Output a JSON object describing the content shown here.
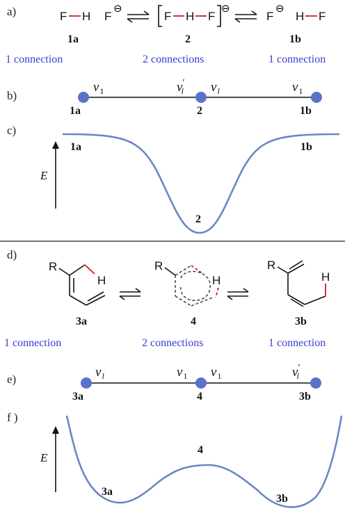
{
  "panels": {
    "a": "a)",
    "b": "b)",
    "c": "c)",
    "d": "d)",
    "e": "e)",
    "f": "f )"
  },
  "top": {
    "atoms": {
      "F": "F",
      "H": "H",
      "minus": "⊖"
    },
    "labels": {
      "1a": "1a",
      "2": "2",
      "1b": "1b"
    },
    "connections": [
      "1 connection",
      "2 connections",
      "1 connection"
    ],
    "graph": {
      "labels": [
        "1a",
        "2",
        "1b"
      ],
      "nu": {
        "n1": "ν",
        "n1_sub": "1",
        "nl": "ν",
        "nl_sub": "l",
        "prime": "′"
      }
    },
    "energy": {
      "axis": "E",
      "labels": [
        "1a",
        "1b",
        "2"
      ]
    }
  },
  "bottom": {
    "atoms": {
      "R": "R",
      "H": "H"
    },
    "labels": {
      "3a": "3a",
      "4": "4",
      "3b": "3b"
    },
    "connections": [
      "1 connection",
      "2 connections",
      "1 connection"
    ],
    "graph": {
      "labels": [
        "3a",
        "4",
        "3b"
      ]
    },
    "energy": {
      "axis": "E",
      "labels": [
        "4",
        "3a",
        "3b"
      ]
    }
  },
  "colors": {
    "node": "#5a72c8",
    "curve": "#6b86c4",
    "connection_text": "#3b3bd6",
    "bond_highlight": "#d41a1a"
  }
}
